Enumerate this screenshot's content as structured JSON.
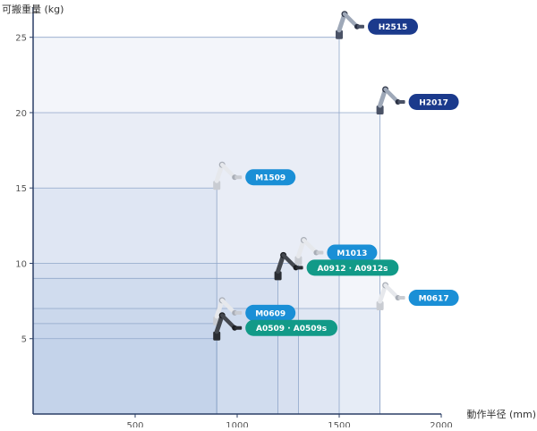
{
  "chart_data": {
    "type": "scatter",
    "xlabel": "動作半径 (mm)",
    "ylabel": "可搬重量 (kg)",
    "xlim": [
      0,
      2000
    ],
    "ylim": [
      0,
      27
    ],
    "x_ticks": [
      500,
      1000,
      1500,
      2000
    ],
    "y_ticks": [
      5,
      10,
      15,
      20,
      25
    ],
    "grid": false,
    "points": [
      {
        "label": "H2515",
        "x": 1500,
        "y": 25,
        "color": "#1b3a8c",
        "robot": "dark"
      },
      {
        "label": "H2017",
        "x": 1700,
        "y": 20,
        "color": "#1b3a8c",
        "robot": "dark"
      },
      {
        "label": "M1509",
        "x": 900,
        "y": 15,
        "color": "#1a8fd6",
        "robot": "light"
      },
      {
        "label": "M1013",
        "x": 1300,
        "y": 10,
        "color": "#1a8fd6",
        "robot": "light"
      },
      {
        "label": "A0912 · A0912s",
        "x": 1200,
        "y": 9,
        "color": "#129a88",
        "robot": "black"
      },
      {
        "label": "M0617",
        "x": 1700,
        "y": 7,
        "color": "#1a8fd6",
        "robot": "light"
      },
      {
        "label": "M0609",
        "x": 900,
        "y": 6,
        "color": "#1a8fd6",
        "robot": "light"
      },
      {
        "label": "A0509 · A0509s",
        "x": 900,
        "y": 5,
        "color": "#129a88",
        "robot": "black"
      }
    ]
  }
}
